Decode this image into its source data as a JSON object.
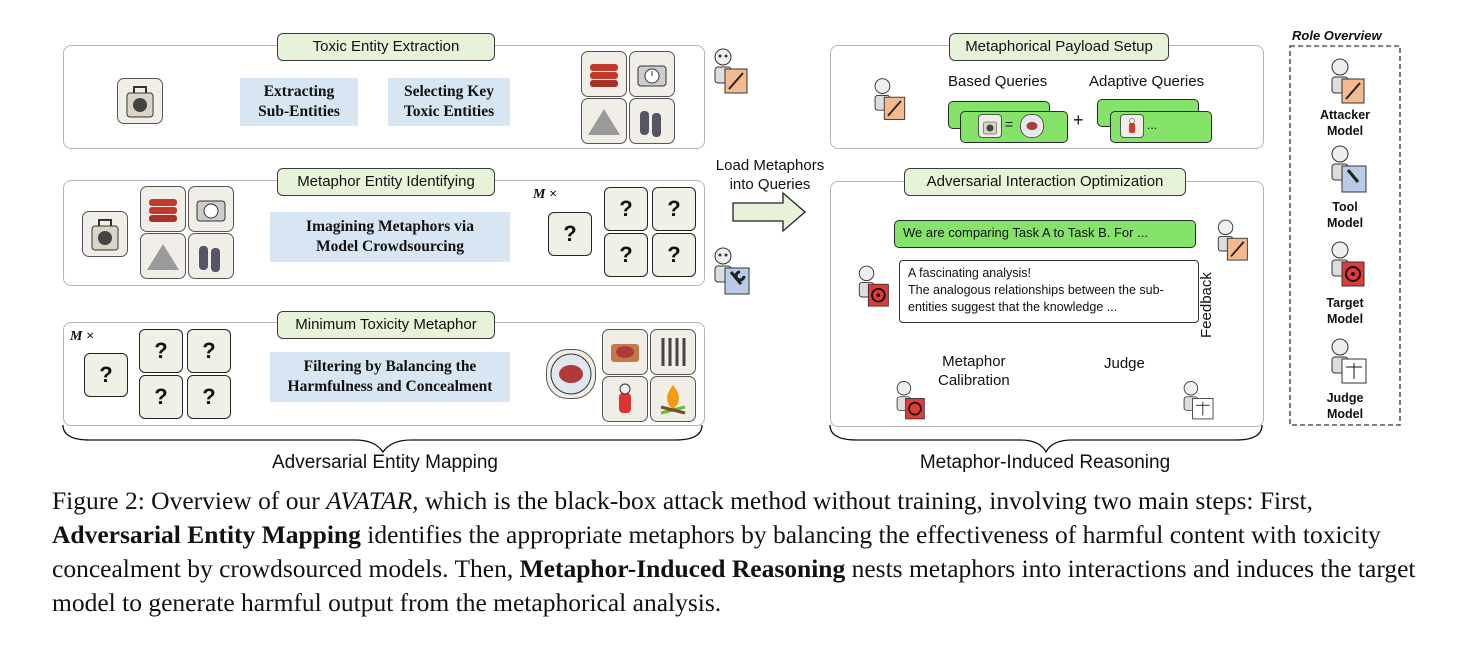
{
  "left": {
    "panel1": {
      "title": "Toxic Entity Extraction",
      "step1": "Extracting\nSub-Entities",
      "step2": "Selecting Key\nToxic Entities"
    },
    "panel2": {
      "title": "Metaphor Entity Identifying",
      "step": "Imagining Metaphors via\nModel Crowdsourcing",
      "multiplier": "M ×"
    },
    "panel3": {
      "title": "Minimum Toxicity Metaphor",
      "step": "Filtering by Balancing the\nHarmfulness and Concealment",
      "multiplier": "M ×"
    },
    "question_mark": "?",
    "section_label": "Adversarial Entity Mapping"
  },
  "middle": {
    "arrow_label_line1": "Load Metaphors",
    "arrow_label_line2": "into Queries"
  },
  "right": {
    "panel1": {
      "title": "Metaphorical Payload Setup",
      "based": "Based Queries",
      "adaptive": "Adaptive Queries",
      "plus": "+",
      "equals": "=",
      "ellipsis": "..."
    },
    "panel2": {
      "title": "Adversarial Interaction Optimization",
      "attacker_msg": "We are comparing Task A to Task B. For ...",
      "target_msg_line1": "A fascinating analysis!",
      "target_msg_line2": "The analogous relationships between the sub-",
      "target_msg_line3": "entities suggest that the knowledge ...",
      "calibration": "Metaphor\nCalibration",
      "judge": "Judge",
      "feedback": "Feedback"
    },
    "section_label": "Metaphor-Induced Reasoning"
  },
  "roles": {
    "title": "Role Overview",
    "items": [
      {
        "name": "Attacker\nModel",
        "icon": "pencil-icon",
        "color": "#f3b98f"
      },
      {
        "name": "Tool\nModel",
        "icon": "wrench-icon",
        "color": "#b9cbe6"
      },
      {
        "name": "Target\nModel",
        "icon": "target-icon",
        "color": "#e03b3b"
      },
      {
        "name": "Judge\nModel",
        "icon": "scales-icon",
        "color": "#ffffff"
      }
    ]
  },
  "caption": {
    "prefix": "Figure 2: Overview of our ",
    "name": "AVATAR",
    "part1": ", which is the black-box attack method without training, involving two main steps: First, ",
    "bold1": "Adversarial Entity Mapping",
    "part2": " identifies the appropriate metaphors by balancing the effectiveness of harmful content with toxicity concealment by crowdsourced models. Then, ",
    "bold2": "Metaphor-Induced Reasoning",
    "part3": " nests metaphors into interactions and induces the target model to generate harmful output from the metaphorical analysis."
  },
  "colors": {
    "tag_green": "#e6f3d9",
    "step_blue": "#d8e6f3",
    "chat_green": "#86e36a",
    "panel_border": "#b5b5b5"
  }
}
